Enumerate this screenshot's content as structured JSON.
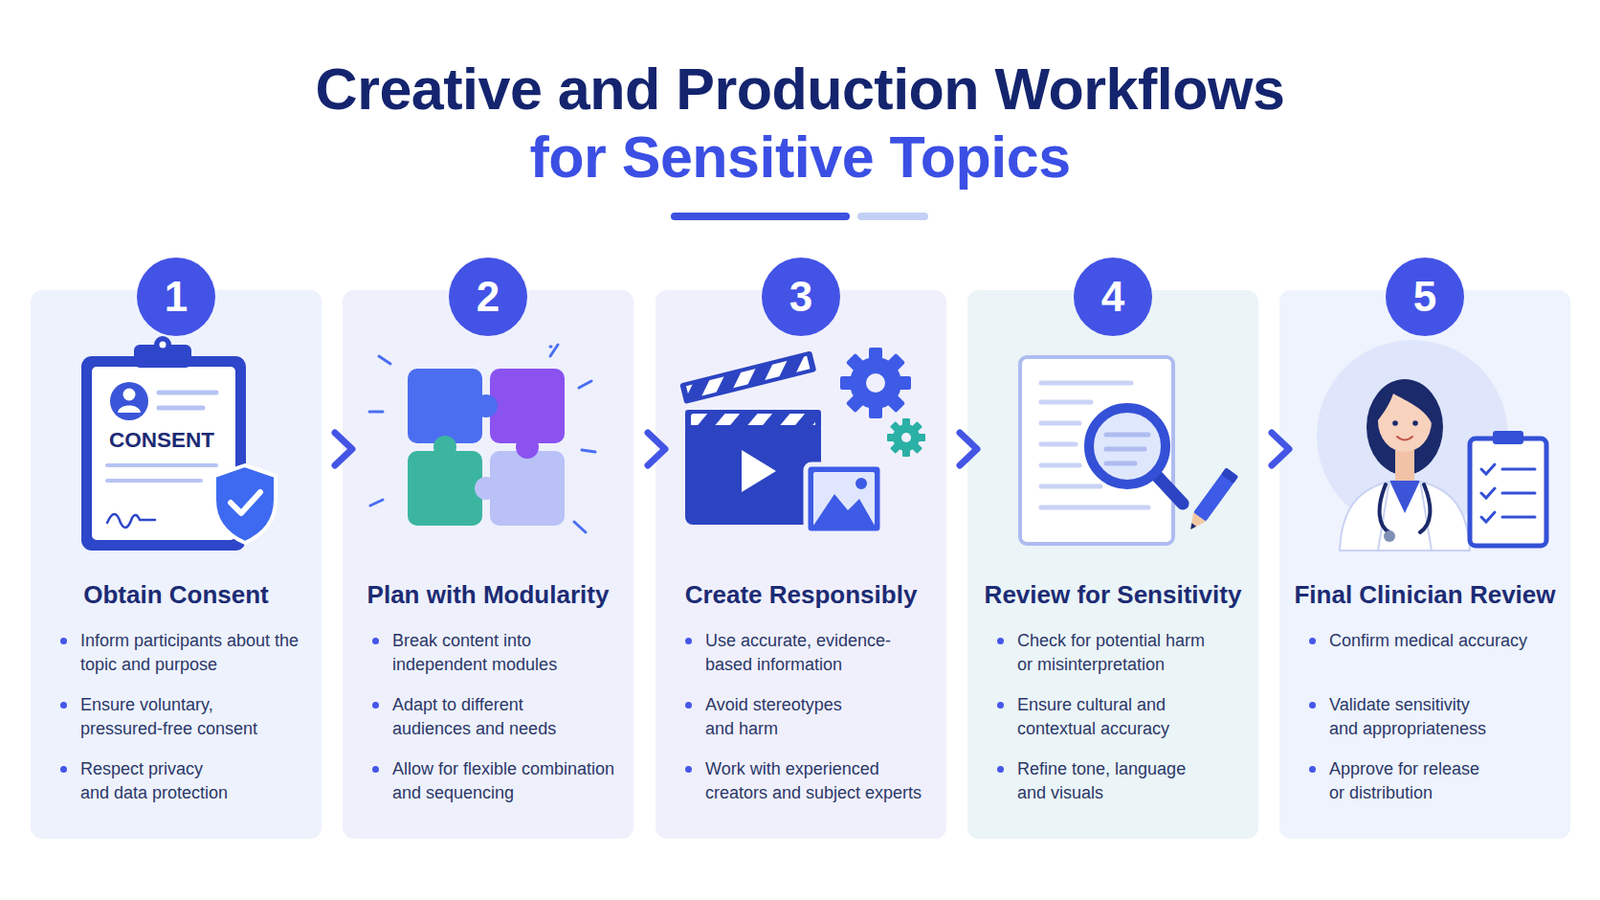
{
  "diagram": {
    "title": "Creative and Production Workflows for Sensitive Topics",
    "nodes": [
      {
        "text": [
          "Obtain Consent",
          "Inform participants about the topic and purpose",
          "Ensure voluntary, pressured-free consent",
          "Respect privacy and data protection"
        ]
      },
      {
        "text": [
          "1"
        ],
        "in": 0
      },
      {
        "text": [
          "Plan with Modularity",
          "Break content into independent modules",
          "Adapt to different audiences and needs",
          "Allow for flexible combination and sequencing"
        ]
      },
      {
        "text": [
          "2"
        ],
        "in": 2
      },
      {
        "text": [
          "Create Responsibly",
          "Use accurate, evidence-based information",
          "Avoid stereotypes and harm",
          "Work with experienced creators and subject experts"
        ]
      },
      {
        "text": [
          "3"
        ],
        "in": 4
      },
      {
        "text": [
          "Review for Sensitivity",
          "Check for potential harm or misinterpretation",
          "Ensure cultural and contextual accuracy",
          "Refine tone, language and visuals"
        ]
      },
      {
        "text": [
          "4"
        ],
        "in": 6
      },
      {
        "text": [
          "Final Clinician Review",
          "Confirm medical accuracy",
          "Validate sensitivity and appropriateness",
          "Approve for release or distribution"
        ]
      },
      {
        "text": [
          "5"
        ],
        "in": 8
      }
    ],
    "edges": [
      {
        "from": 0,
        "to": 2,
        "arrow": "to"
      },
      {
        "from": 2,
        "to": 4,
        "arrow": "to"
      },
      {
        "from": 4,
        "to": 6,
        "arrow": "to"
      },
      {
        "from": 6,
        "to": 8,
        "arrow": "to"
      }
    ],
    "labels": [
      "CONSENT"
    ]
  }
}
